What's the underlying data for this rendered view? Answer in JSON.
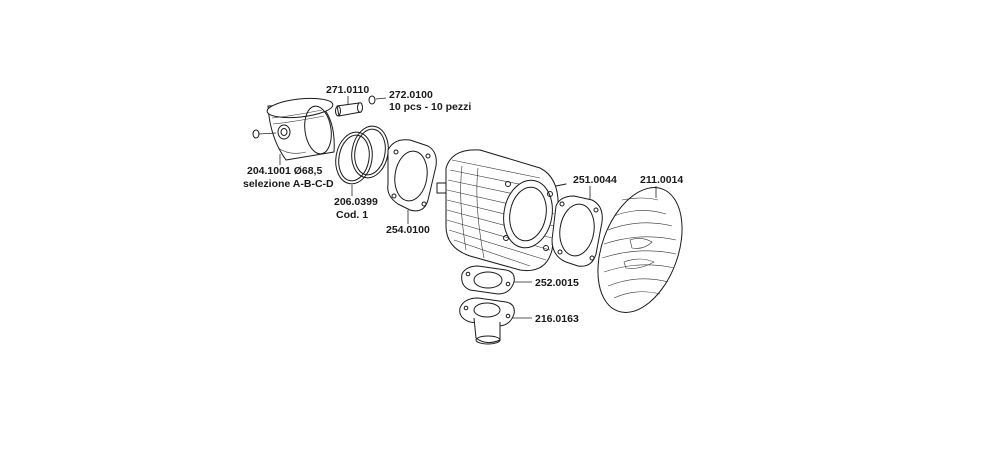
{
  "parts": [
    {
      "id": "piston",
      "code": "204.1001 Ø68,5",
      "note": "selezione A-B-C-D"
    },
    {
      "id": "piston_pin",
      "code": "271.0110",
      "note": ""
    },
    {
      "id": "circlip",
      "code": "272.0100",
      "note": "10 pcs - 10 pezzi"
    },
    {
      "id": "piston_rings",
      "code": "206.0399",
      "note": "Cod. 1"
    },
    {
      "id": "head_gasket_left",
      "code": "254.0100",
      "note": ""
    },
    {
      "id": "head_gasket_right",
      "code": "251.0044",
      "note": ""
    },
    {
      "id": "cylinder_head",
      "code": "211.0014",
      "note": ""
    },
    {
      "id": "base_gasket",
      "code": "252.0015",
      "note": ""
    },
    {
      "id": "spacer",
      "code": "216.0163",
      "note": ""
    }
  ]
}
